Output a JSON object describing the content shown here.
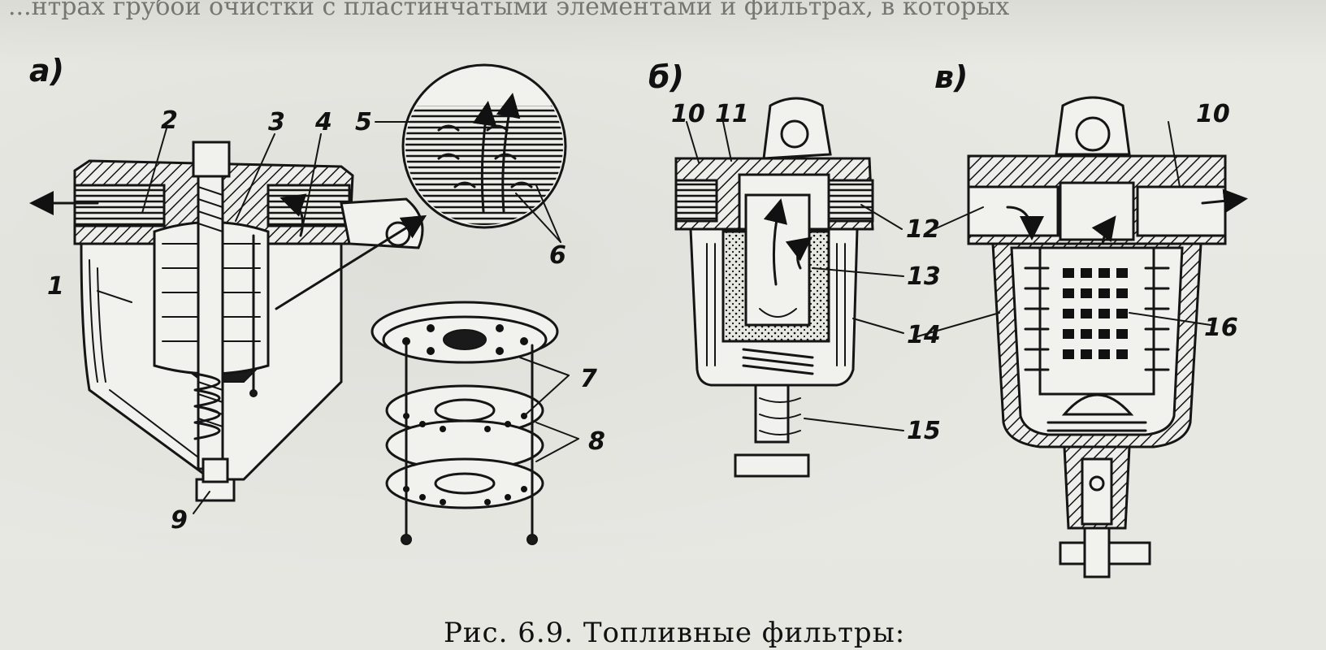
{
  "figure": {
    "caption": "Рис. 6.9. Топливные фильтры:",
    "top_cut_text": "...нтрах грубой очистки с пластинчатыми элементами и фильтрах, в которых",
    "panels": [
      "а)",
      "б)",
      "в)"
    ]
  },
  "labels": {
    "l1": "1",
    "l2": "2",
    "l3": "3",
    "l4": "4",
    "l5": "5",
    "l6": "6",
    "l7": "7",
    "l8": "8",
    "l9": "9",
    "l10a": "10",
    "l10b": "10",
    "l11": "11",
    "l12": "12",
    "l13": "13",
    "l14": "14",
    "l15": "15",
    "l16": "16"
  }
}
